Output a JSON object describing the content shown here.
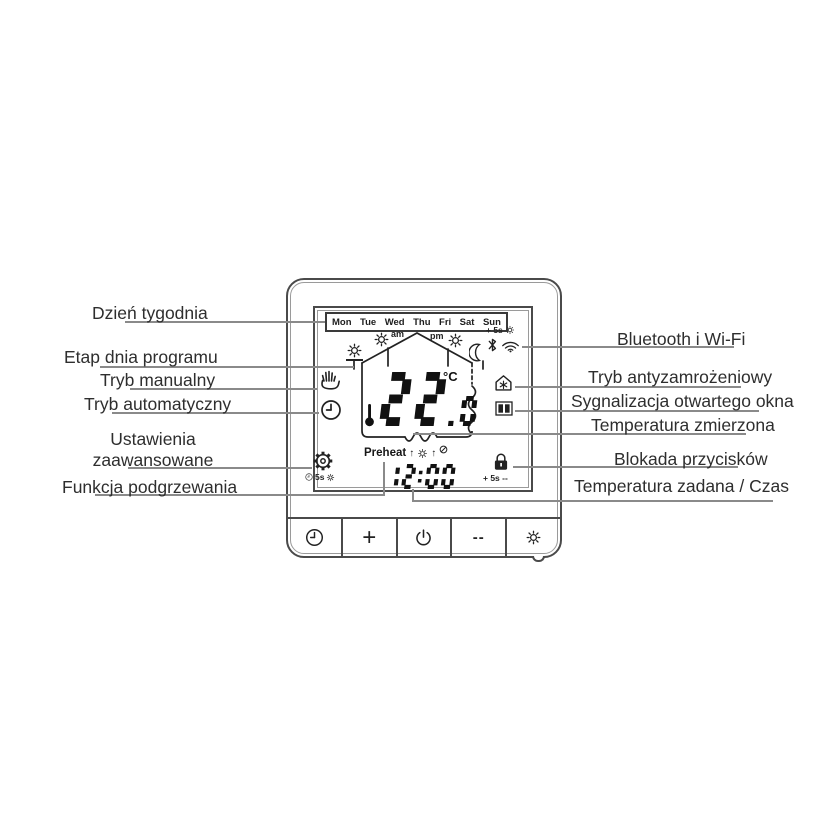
{
  "colors": {
    "ink": "#2e2e2e",
    "device_line": "#4a4a4a",
    "leader_line": "#8a8a8a",
    "lcd_ink": "#111111"
  },
  "callouts": {
    "left": {
      "day_of_week": "Dzień tygodnia",
      "program_stage": "Etap dnia programu",
      "manual_mode": "Tryb manualny",
      "auto_mode": "Tryb automatyczny",
      "advanced_settings_line1": "Ustawienia",
      "advanced_settings_line2": "zaawansowane",
      "preheat_function": "Funkcja podgrzewania"
    },
    "right": {
      "bluetooth_wifi": "Bluetooth i Wi-Fi",
      "antifreeze_mode": "Tryb antyzamrożeniowy",
      "open_window_detection": "Sygnalizacja otwartego okna",
      "measured_temperature": "Temperatura zmierzona",
      "key_lock": "Blokada przycisków",
      "set_temperature_time": "Temperatura zadana / Czas"
    }
  },
  "display": {
    "days": [
      "Mon",
      "Tue",
      "Wed",
      "Thu",
      "Fri",
      "Sat",
      "Sun"
    ],
    "am_label": "am",
    "pm_label": "pm",
    "temperature": "22.0",
    "temperature_unit": "°C",
    "preheat_label": "Preheat",
    "arrow_up": "↑",
    "time": "12:00",
    "wifi_hold_hint": "+ 5s",
    "gear_hold_hint": "5s",
    "lock_hold_hint": "+ 5s --"
  },
  "buttons": {
    "plus_label": "+",
    "minus_label": "--"
  }
}
